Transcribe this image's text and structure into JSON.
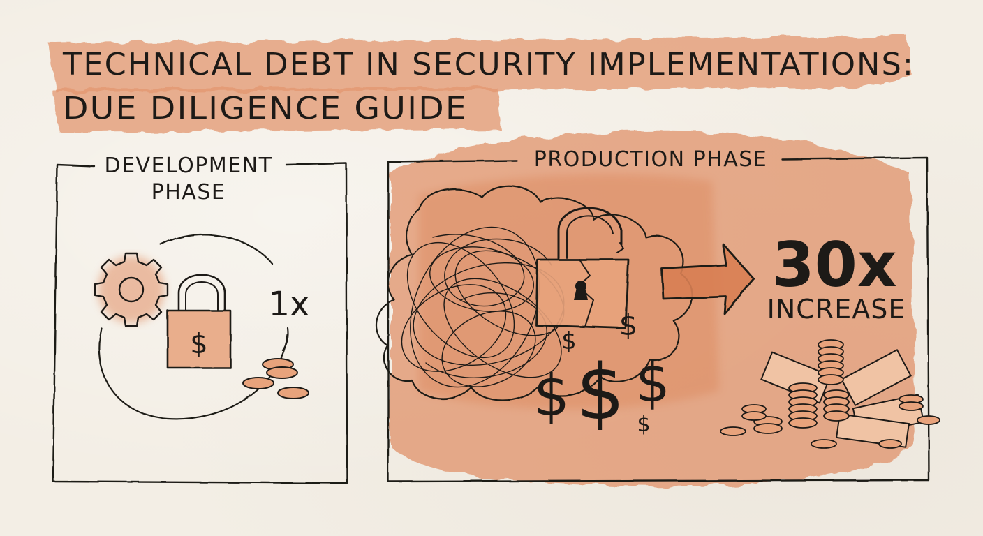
{
  "title": {
    "line1": "TECHNICAL DEBT IN SECURITY IMPLEMENTATIONS:",
    "line2": "DUE DILIGENCE GUIDE"
  },
  "development": {
    "label_line1": "DEVELOPMENT",
    "label_line2": "PHASE",
    "multiplier": "1x",
    "lock_symbol": "$",
    "icons": [
      "gear-icon",
      "padlock-icon",
      "coin-stack-icon"
    ]
  },
  "production": {
    "label": "PRODUCTION PHASE",
    "multiplier": "30x",
    "caption": "INCREASE",
    "dollar_signs": [
      "$",
      "$",
      "$",
      "$",
      "$",
      "$"
    ],
    "icons": [
      "tangle-scribble",
      "broken-padlock-icon",
      "arrow-right-icon",
      "money-pile-icon"
    ]
  },
  "colors": {
    "wash": "#e0956e",
    "ink": "#1d1a17",
    "paper": "#f3eee5"
  }
}
